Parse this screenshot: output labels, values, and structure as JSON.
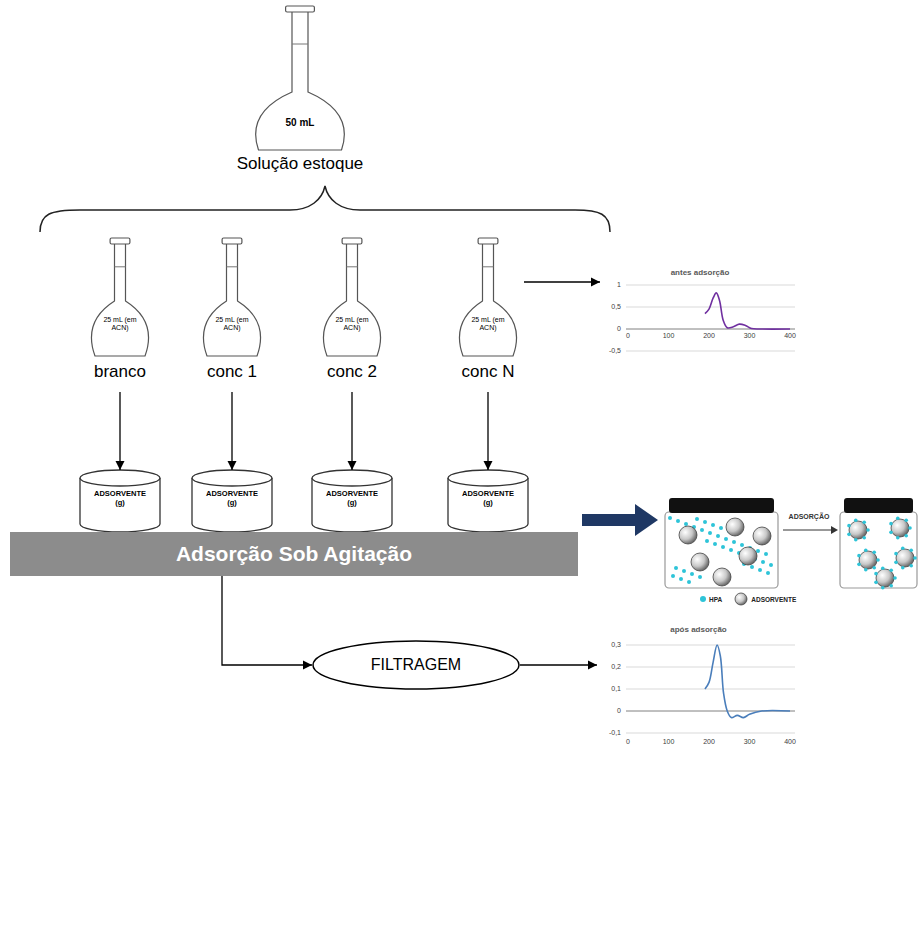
{
  "diagram": {
    "nodes": [
      {
        "text": [
          "50 mL",
          "Solução estoque"
        ]
      },
      {
        "text": [
          "25 mL (em ACN)",
          "branco"
        ]
      },
      {
        "text": [
          "25 mL (em ACN)",
          "conc 1"
        ]
      },
      {
        "text": [
          "25 mL (em ACN)",
          "conc 2"
        ]
      },
      {
        "text": [
          "25 mL (em ACN)",
          "conc N"
        ]
      },
      {
        "text": [
          "antes adsorção"
        ]
      },
      {
        "text": [
          "ADSORVENTE (g)"
        ]
      },
      {
        "text": [
          "ADSORVENTE (g)"
        ]
      },
      {
        "text": [
          "ADSORVENTE (g)"
        ]
      },
      {
        "text": [
          "ADSORVENTE (g)"
        ]
      },
      {
        "text": [
          "Adsorção Sob Agitação"
        ]
      },
      {
        "text": [
          "FILTRAGEM"
        ]
      },
      {
        "text": [
          "após adsorção"
        ]
      }
    ],
    "edges": [
      {
        "from": 1,
        "to": 6,
        "arrow": "to"
      },
      {
        "from": 2,
        "to": 7,
        "arrow": "to"
      },
      {
        "from": 3,
        "to": 8,
        "arrow": "to"
      },
      {
        "from": 4,
        "to": 9,
        "arrow": "to"
      },
      {
        "from": 4,
        "to": 5,
        "arrow": "to"
      },
      {
        "from": 10,
        "to": 11,
        "arrow": "to"
      },
      {
        "from": 11,
        "to": 12,
        "arrow": "to"
      }
    ],
    "labels": [
      "ADSORÇÃO",
      "1",
      "0,5",
      "0",
      "-0,5",
      "0",
      "100",
      "200",
      "300",
      "400",
      "0,3",
      "0,2",
      "0,1",
      "0",
      "-0,1",
      "0",
      "100",
      "200",
      "300",
      "400"
    ],
    "legend": [
      {
        "text": "HPA",
        "color": "#2ec4d8"
      },
      {
        "text": "ADSORVENTE"
      }
    ]
  }
}
